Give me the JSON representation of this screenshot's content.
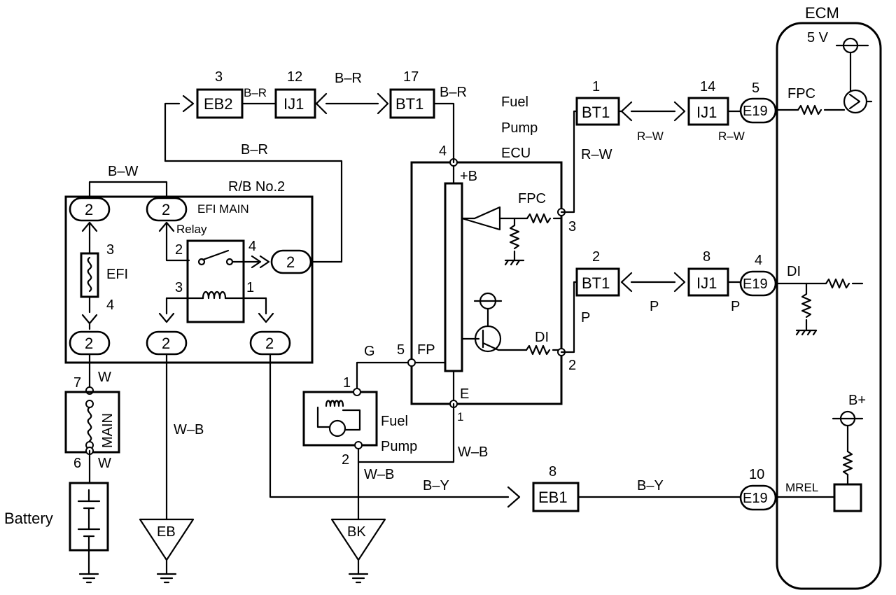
{
  "ecm": {
    "title": "ECM",
    "v5": "5 V",
    "fpc": "FPC",
    "di": "DI",
    "mrel": "MREL",
    "bplus": "B+"
  },
  "fuel_pump_ecu": {
    "title_1": "Fuel",
    "title_2": "Pump",
    "title_3": "ECU",
    "plus_b": "+B",
    "fpc": "FPC",
    "di": "DI",
    "fp": "FP",
    "e": "E",
    "pin_4": "4",
    "pin_3": "3",
    "pin_2": "2",
    "pin_5": "5",
    "pin_1": "1"
  },
  "relay_block": {
    "title": "R/B No.2",
    "efi_main": "EFI MAIN",
    "relay": "Relay",
    "efi": "EFI",
    "fuse_pin_3": "3",
    "fuse_pin_4": "4",
    "relay_pin_2": "2",
    "relay_pin_4": "4",
    "relay_pin_3": "3",
    "relay_pin_1": "1"
  },
  "connectors": {
    "eb2": "EB2",
    "eb2_pin": "3",
    "ij1_top": "IJ1",
    "ij1_top_pin": "12",
    "bt1_top": "BT1",
    "bt1_top_pin": "17",
    "bt1_fpc": "BT1",
    "bt1_fpc_pin": "1",
    "ij1_fpc": "IJ1",
    "ij1_fpc_pin": "14",
    "e19_fpc": "E19",
    "e19_fpc_pin": "5",
    "bt1_di": "BT1",
    "bt1_di_pin": "2",
    "ij1_di": "IJ1",
    "ij1_di_pin": "8",
    "e19_di": "E19",
    "e19_di_pin": "4",
    "eb1": "EB1",
    "eb1_pin": "8",
    "e19_mrel": "E19",
    "e19_mrel_pin": "10",
    "rb_pin": "2"
  },
  "wires": {
    "b_r_1": "B–R",
    "b_r_2": "B–R",
    "b_r_3": "B–R",
    "b_r_4": "B–R",
    "b_w": "B–W",
    "r_w_1": "R–W",
    "r_w_2": "R–W",
    "r_w_3": "R–W",
    "p_1": "P",
    "p_2": "P",
    "p_3": "P",
    "g": "G",
    "w_b_1": "W–B",
    "w_b_2": "W–B",
    "w_b_3": "W–B",
    "b_y_1": "B–Y",
    "b_y_2": "B–Y",
    "w_1": "W",
    "w_2": "W"
  },
  "main_fuse": {
    "label": "MAIN",
    "pin_7": "7",
    "pin_6": "6"
  },
  "battery": {
    "label": "Battery"
  },
  "fuel_pump": {
    "label_1": "Fuel",
    "label_2": "Pump",
    "pin_1": "1",
    "pin_2": "2"
  },
  "grounds": {
    "eb": "EB",
    "bk": "BK"
  }
}
